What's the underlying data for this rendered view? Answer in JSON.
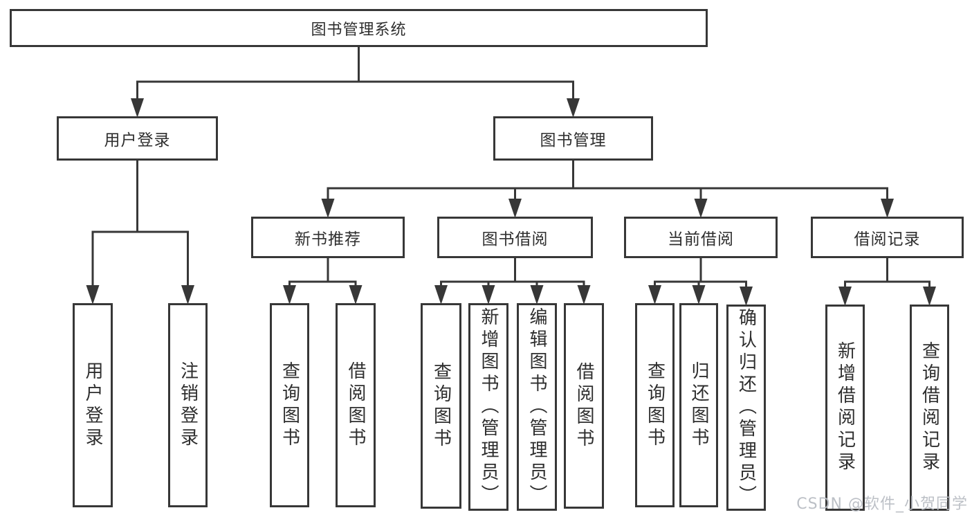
{
  "watermark": "CSDN @软件_小贺同学",
  "colors": {
    "line": "#373737",
    "box_border": "#373737",
    "text": "#2e2e2e",
    "background": "#ffffff",
    "watermark": "#b9bdc4"
  },
  "tree": {
    "id": "system",
    "label": "图书管理系统",
    "children": [
      {
        "id": "user-login",
        "label": "用户登录",
        "children": [
          {
            "id": "do-login",
            "label": "用户登录"
          },
          {
            "id": "logout",
            "label": "注销登录"
          }
        ]
      },
      {
        "id": "book-mgmt",
        "label": "图书管理",
        "children": [
          {
            "id": "new-book-rec",
            "label": "新书推荐",
            "children": [
              {
                "id": "nbr-query",
                "label": "查询图书"
              },
              {
                "id": "nbr-borrow",
                "label": "借阅图书"
              }
            ]
          },
          {
            "id": "book-borrow",
            "label": "图书借阅",
            "children": [
              {
                "id": "bb-query",
                "label": "查询图书"
              },
              {
                "id": "bb-add",
                "label": "新增图书（管理员）"
              },
              {
                "id": "bb-edit",
                "label": "编辑图书（管理员）"
              },
              {
                "id": "bb-borrow",
                "label": "借阅图书"
              }
            ]
          },
          {
            "id": "current-borrow",
            "label": "当前借阅",
            "children": [
              {
                "id": "cb-query",
                "label": "查询图书"
              },
              {
                "id": "cb-return",
                "label": "归还图书"
              },
              {
                "id": "cb-confirm",
                "label": "确认归还（管理员）"
              }
            ]
          },
          {
            "id": "borrow-records",
            "label": "借阅记录",
            "children": [
              {
                "id": "br-add",
                "label": "新增借阅记录"
              },
              {
                "id": "br-query",
                "label": "查询借阅记录"
              }
            ]
          }
        ]
      }
    ]
  }
}
